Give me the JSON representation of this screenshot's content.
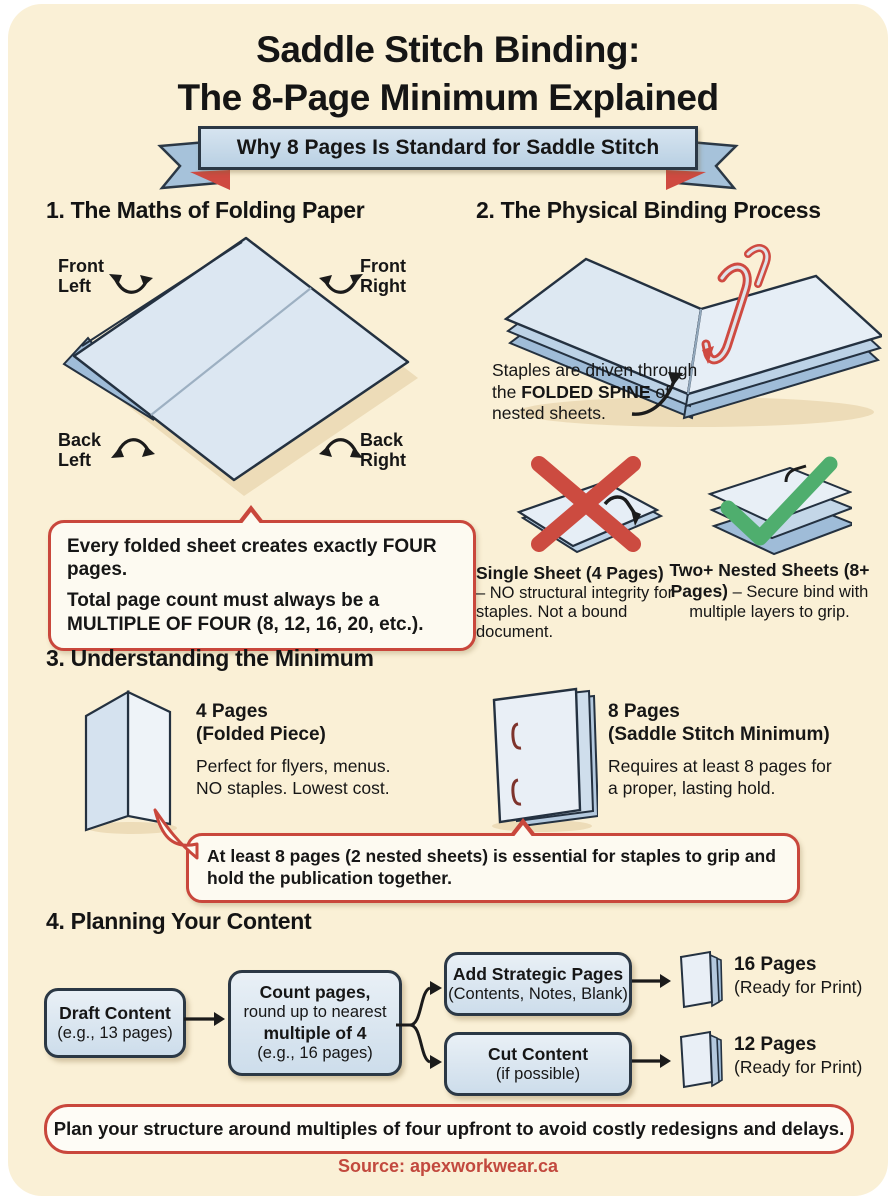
{
  "colors": {
    "card_bg": "#FAF0D6",
    "accent_red": "#C9473C",
    "cross_red": "#CC4B40",
    "check_green": "#4FAE6E",
    "banner_fill": "#C8DCEC",
    "ribbon_tail_blue": "#A6C2DA",
    "paper_light": "#E9F0F7",
    "paper_mid": "#BCD2E6",
    "paper_dark": "#9FBCD8",
    "outline_ink": "#243140",
    "source_red": "#C2493E"
  },
  "icons": {
    "fail_cross": "✕",
    "pass_check": "✓",
    "ribbon": "banner-ribbon",
    "staple": "red-staple"
  },
  "header": {
    "title_line1": "Saddle Stitch Binding:",
    "title_line2": "The 8-Page Minimum Explained",
    "banner_text": "Why 8 Pages Is Standard for Saddle Stitch"
  },
  "section1": {
    "heading": "1. The Maths of Folding Paper",
    "label_front_left_l1": "Front",
    "label_front_left_l2": "Left",
    "label_front_right_l1": "Front",
    "label_front_right_l2": "Right",
    "label_back_left_l1": "Back",
    "label_back_left_l2": "Left",
    "label_back_right_l1": "Back",
    "label_back_right_l2": "Right",
    "callout_p1": "Every folded sheet creates exactly FOUR pages.",
    "callout_p2": "Total page count must always be a MULTIPLE OF FOUR (8, 12, 16, 20, etc.)."
  },
  "section2": {
    "heading": "2. The Physical Binding Process",
    "note_pre": "Staples are driven through the ",
    "note_bold": "FOLDED SPINE",
    "note_post": " of nested sheets.",
    "bad_title": "Single Sheet (4 Pages)",
    "bad_desc": "– NO structural integrity for staples. Not a bound document.",
    "good_title": "Two+ Nested Sheets (8+ Pages)",
    "good_desc": " – Secure bind with multiple layers to grip."
  },
  "section3": {
    "heading": "3. Understanding the Minimum",
    "four_title1": "4 Pages",
    "four_title2": "(Folded Piece)",
    "four_desc1": "Perfect for flyers, menus.",
    "four_desc2": "NO staples. Lowest cost.",
    "eight_title1": "8 Pages",
    "eight_title2": "(Saddle Stitch Minimum)",
    "eight_desc1": "Requires at least 8 pages for",
    "eight_desc2": "a proper, lasting hold.",
    "callout": "At least 8 pages (2 nested sheets) is essential for staples to grip and hold the publication together."
  },
  "section4": {
    "heading": "4. Planning Your Content",
    "draft_title": "Draft Content",
    "draft_sub": "(e.g., 13 pages)",
    "count_l1": "Count pages,",
    "count_l2": "round up to nearest",
    "count_l3": "multiple of 4",
    "count_l4": "(e.g., 16 pages)",
    "add_title": "Add Strategic Pages",
    "add_sub": "(Contents, Notes, Blank)",
    "cut_title": "Cut Content",
    "cut_sub": "(if possible)",
    "r16_title": "16 Pages",
    "r16_sub": "(Ready for Print)",
    "r12_title": "12 Pages",
    "r12_sub": "(Ready for Print)"
  },
  "footer": {
    "note": "Plan your structure around multiples of four upfront to avoid costly redesigns and delays.",
    "source": "Source: apexworkwear.ca"
  }
}
